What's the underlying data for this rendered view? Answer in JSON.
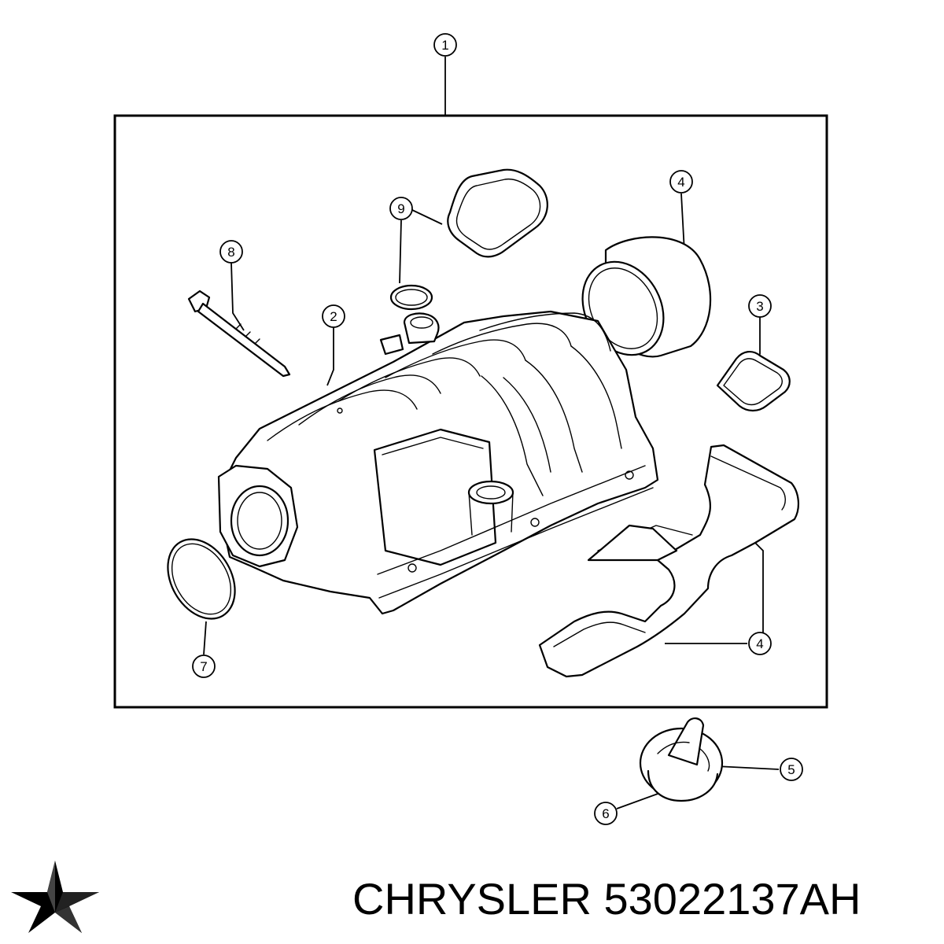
{
  "callouts": [
    {
      "id": "callout-1",
      "label": "1"
    },
    {
      "id": "callout-2",
      "label": "2"
    },
    {
      "id": "callout-3",
      "label": "3"
    },
    {
      "id": "callout-4a",
      "label": "4"
    },
    {
      "id": "callout-4b",
      "label": "4"
    },
    {
      "id": "callout-5",
      "label": "5"
    },
    {
      "id": "callout-6",
      "label": "6"
    },
    {
      "id": "callout-7",
      "label": "7"
    },
    {
      "id": "callout-8",
      "label": "8"
    },
    {
      "id": "callout-9",
      "label": "9"
    }
  ],
  "caption": {
    "brand": "CHRYSLER",
    "part_number": "53022137AH"
  },
  "logo_icon": "chrysler-star-icon"
}
